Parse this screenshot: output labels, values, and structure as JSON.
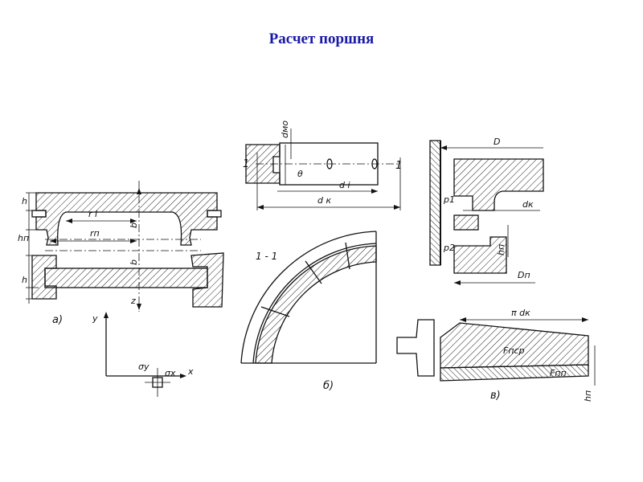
{
  "title": "Расчет поршня",
  "title_color": "#1a1aa6",
  "labels": {
    "fig_a": "а)",
    "fig_b": "б)",
    "fig_v": "в)",
    "section": "1 - 1",
    "h_top": "h",
    "h_p": "hп",
    "h_bottom": "h",
    "r_i": "r i",
    "r_p": "rп",
    "b_top": "b",
    "b_bottom": "b",
    "axis_z": "z",
    "axis_y": "y",
    "axis_x": "x",
    "sigma_y": "σу",
    "sigma_x": "σх",
    "d_mo": "dмо",
    "theta": "θ",
    "d_i": "d i",
    "d_k": "d к",
    "one_left": "1",
    "one_right": "1",
    "D": "D",
    "p1": "p1",
    "p2": "p2",
    "d_k2": "dк",
    "h_p2": "hп",
    "D_p": "Dп",
    "pi_dk": "π dк",
    "F_pcp": "Fпср",
    "F_pp": "Fпп",
    "h_p3": "hп"
  }
}
